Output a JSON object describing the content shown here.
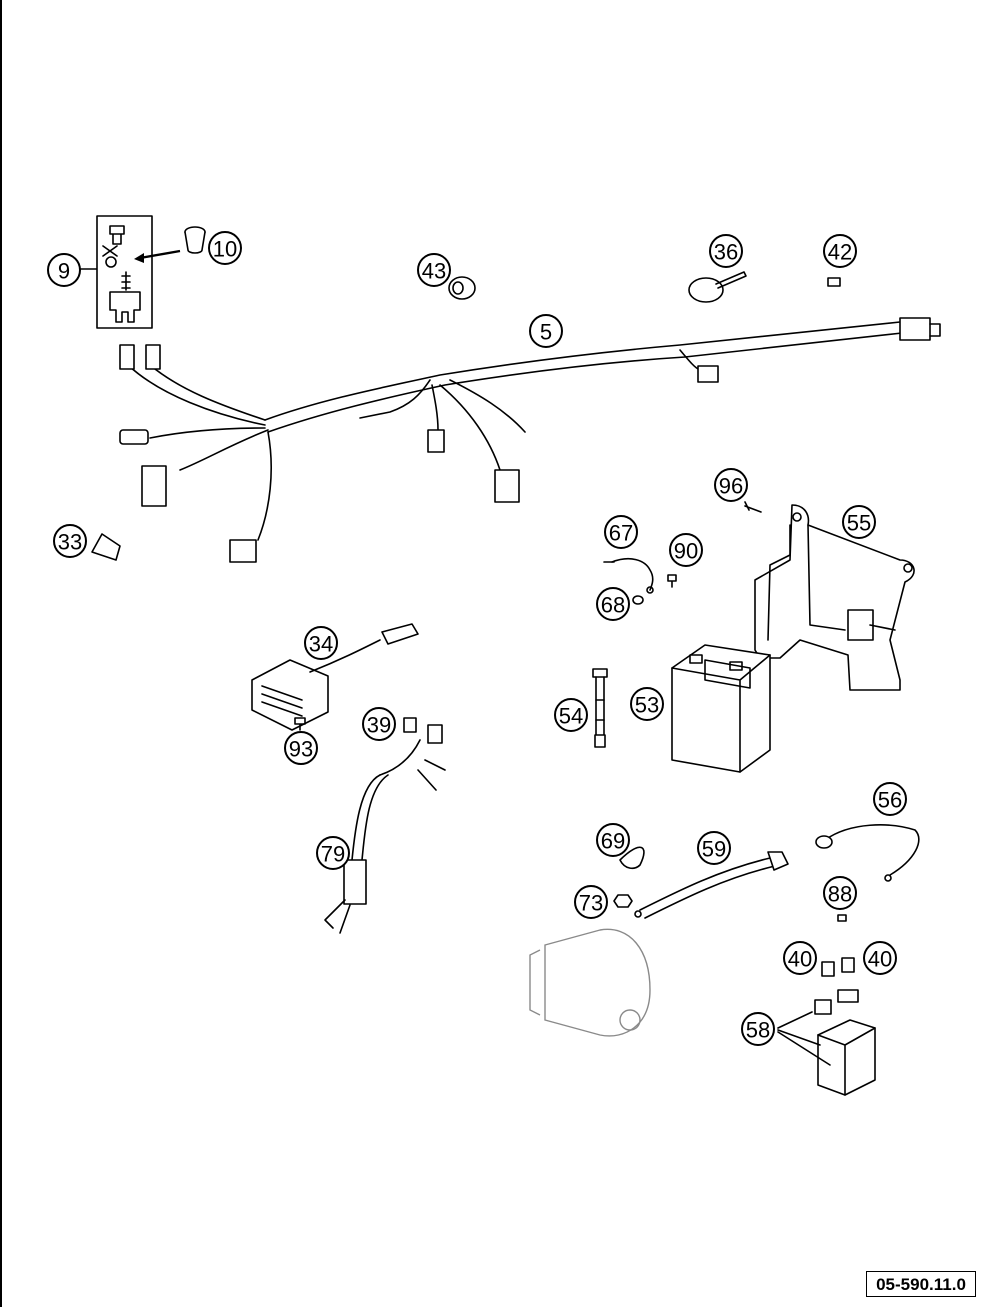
{
  "callouts": [
    {
      "id": "c9",
      "label": "9"
    },
    {
      "id": "c10",
      "label": "10"
    },
    {
      "id": "c43",
      "label": "43"
    },
    {
      "id": "c5",
      "label": "5"
    },
    {
      "id": "c36",
      "label": "36"
    },
    {
      "id": "c42",
      "label": "42"
    },
    {
      "id": "c33",
      "label": "33"
    },
    {
      "id": "c96",
      "label": "96"
    },
    {
      "id": "c55",
      "label": "55"
    },
    {
      "id": "c67",
      "label": "67"
    },
    {
      "id": "c90",
      "label": "90"
    },
    {
      "id": "c68",
      "label": "68"
    },
    {
      "id": "c34",
      "label": "34"
    },
    {
      "id": "c93",
      "label": "93"
    },
    {
      "id": "c39",
      "label": "39"
    },
    {
      "id": "c54",
      "label": "54"
    },
    {
      "id": "c53",
      "label": "53"
    },
    {
      "id": "c79",
      "label": "79"
    },
    {
      "id": "c56",
      "label": "56"
    },
    {
      "id": "c69",
      "label": "69"
    },
    {
      "id": "c59",
      "label": "59"
    },
    {
      "id": "c73",
      "label": "73"
    },
    {
      "id": "c88",
      "label": "88"
    },
    {
      "id": "c40a",
      "label": "40"
    },
    {
      "id": "c40b",
      "label": "40"
    },
    {
      "id": "c58",
      "label": "58"
    }
  ],
  "drawing_number": "05-590.11.0"
}
